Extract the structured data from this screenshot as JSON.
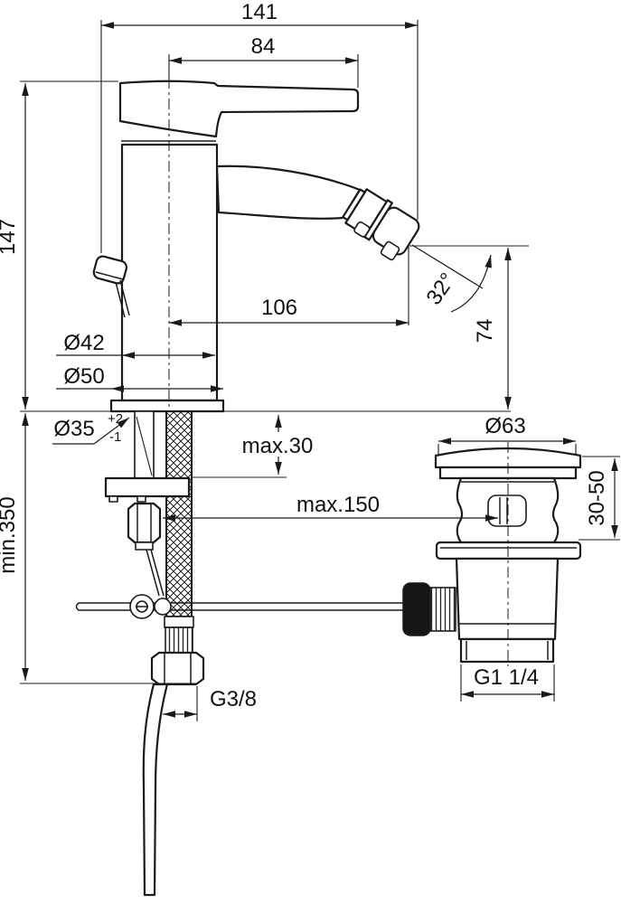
{
  "dims": {
    "overall_projection": "141",
    "handle_projection": "84",
    "height_to_top": "147",
    "spout_projection": "106",
    "spout_angle": "32°",
    "outlet_height": "74",
    "body_diameter": "Ø42",
    "base_diameter": "Ø50",
    "hole_diameter": "Ø35",
    "hole_tolerance_plus": "+2",
    "hole_tolerance_minus": "-1",
    "max_deck_thickness": "max.30",
    "max_rod_reach": "max.150",
    "min_hose_length": "min.350",
    "waste_flange_diameter": "Ø63",
    "waste_clamping_range": "30-50",
    "supply_connection": "G3/8",
    "waste_thread": "G1 1/4"
  }
}
